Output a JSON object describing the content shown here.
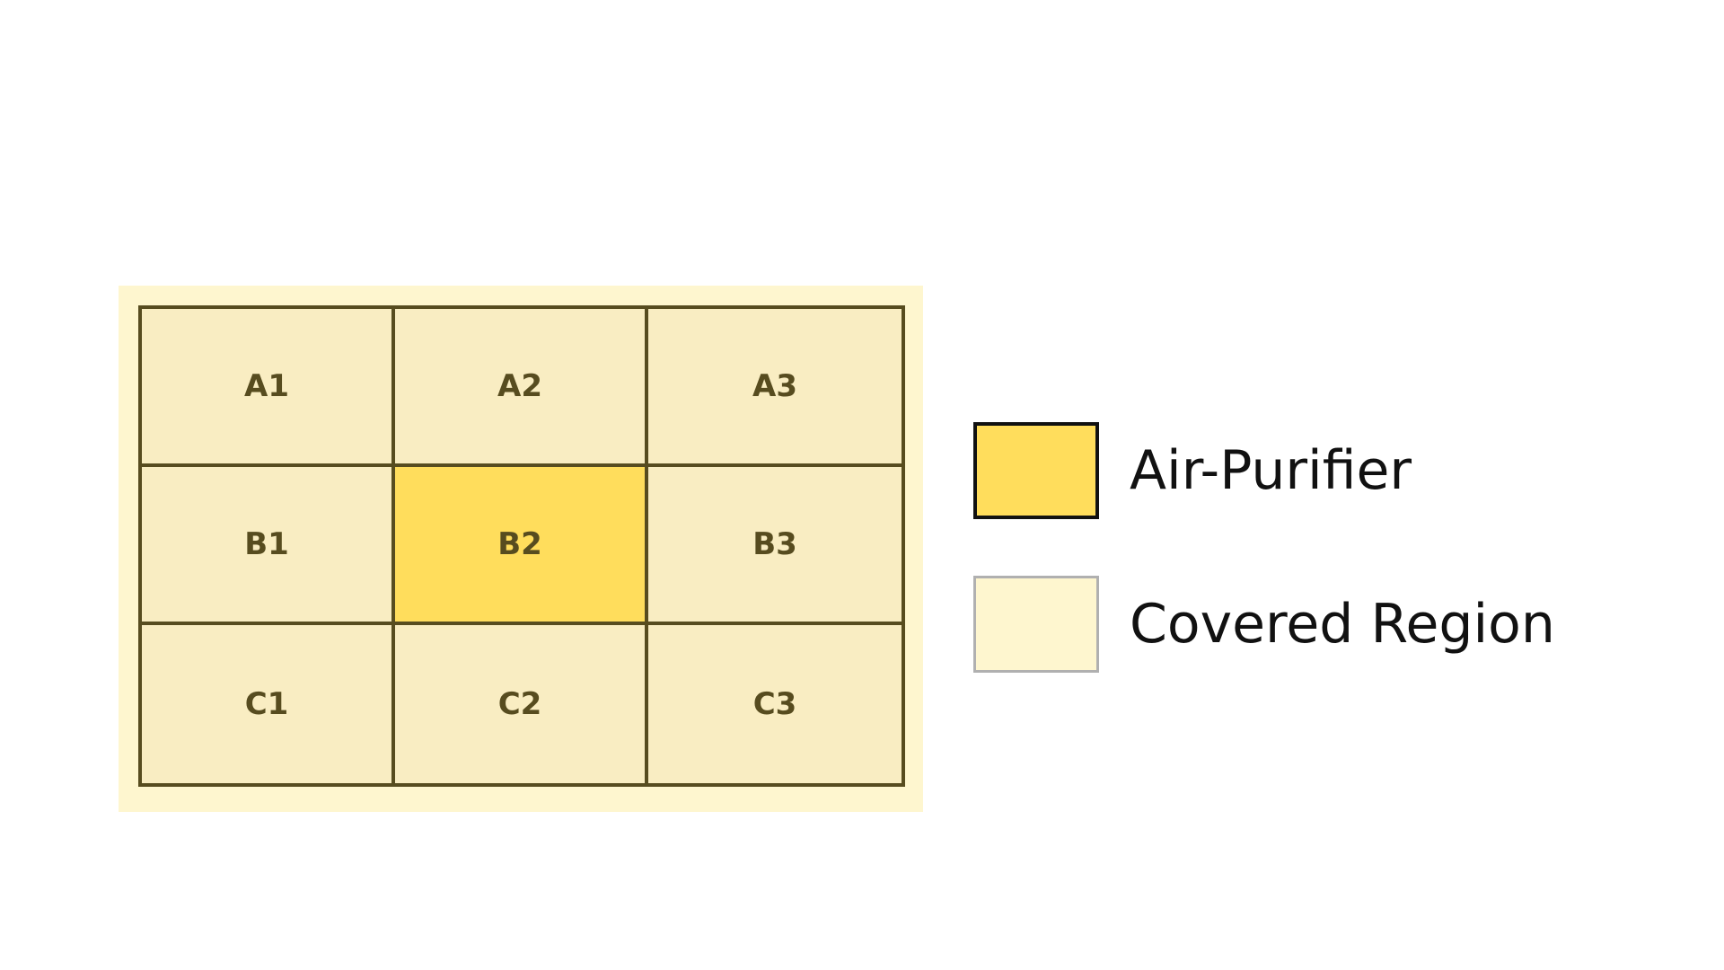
{
  "colors": {
    "backdrop": "#fef6cf",
    "cell": "#f9edc2",
    "purifier": "#ffdd5c",
    "border": "#574c1f",
    "legend_covered": "#fef6cf",
    "legend_covered_border": "#b0b0b0",
    "legend_purifier_border": "#111111"
  },
  "grid": {
    "rows": [
      [
        {
          "label": "A1",
          "type": "covered"
        },
        {
          "label": "A2",
          "type": "covered"
        },
        {
          "label": "A3",
          "type": "covered"
        }
      ],
      [
        {
          "label": "B1",
          "type": "covered"
        },
        {
          "label": "B2",
          "type": "purifier"
        },
        {
          "label": "B3",
          "type": "covered"
        }
      ],
      [
        {
          "label": "C1",
          "type": "covered"
        },
        {
          "label": "C2",
          "type": "covered"
        },
        {
          "label": "C3",
          "type": "covered"
        }
      ]
    ]
  },
  "legend": {
    "items": [
      {
        "label": "Air-Purifier",
        "type": "purifier"
      },
      {
        "label": "Covered Region",
        "type": "covered"
      }
    ]
  }
}
